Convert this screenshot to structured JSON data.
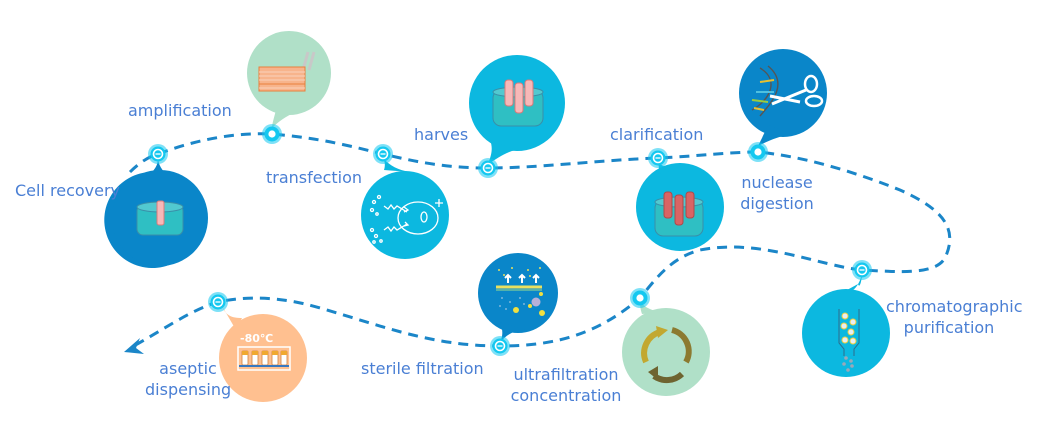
{
  "diagram": {
    "steps": [
      {
        "id": "cell-recovery",
        "label": "Cell recovery",
        "icon": "vessel-single-tube-icon"
      },
      {
        "id": "amplification",
        "label": "amplification",
        "icon": "cell-stack-flask-icon"
      },
      {
        "id": "transfection",
        "label": "transfection",
        "icon": "cell-transfection-icon"
      },
      {
        "id": "harves",
        "label": "harves",
        "icon": "vessel-three-tubes-icon"
      },
      {
        "id": "clarification",
        "label": "clarification",
        "icon": "vessel-three-tubes-dark-icon"
      },
      {
        "id": "nuclease-digestion",
        "label_line1": "nuclease",
        "label_line2": "digestion",
        "icon": "dna-scissors-icon"
      },
      {
        "id": "chromatographic-purification",
        "label_line1": "chromatographic",
        "label_line2": "purification",
        "icon": "chromatography-column-icon"
      },
      {
        "id": "ultrafiltration-concentration",
        "label_line1": "ultrafiltration",
        "label_line2": "concentration",
        "icon": "recycle-arrows-icon"
      },
      {
        "id": "sterile-filtration",
        "label": "sterile filtration",
        "icon": "membrane-filter-icon"
      },
      {
        "id": "aseptic-dispensing",
        "label_line1": "aseptic",
        "label_line2": "dispensing",
        "icon": "vial-rack-freezer-icon",
        "icon_text": "-80℃"
      }
    ],
    "colors": {
      "label": "#4a7fd4",
      "path": "#1b86c8",
      "node": "#14c8f0",
      "bubble_dark": "#0a86c9",
      "bubble_light": "#0cb8e0",
      "bubble_green": "#b0e0c8",
      "bubble_orange": "#ffc090"
    }
  }
}
